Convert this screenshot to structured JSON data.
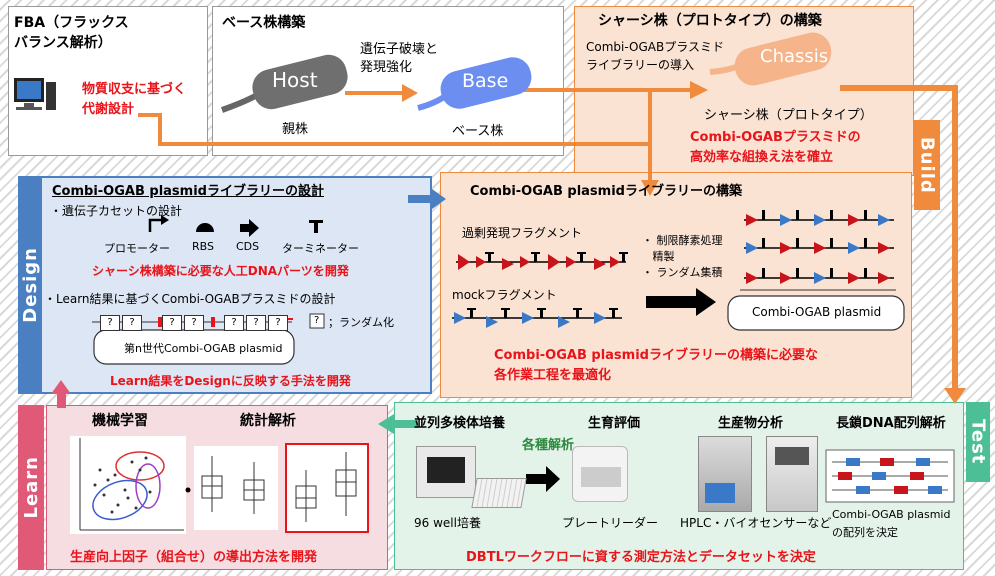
{
  "fba": {
    "title_line1": "FBA（フラックス",
    "title_line2": "バランス解析）",
    "desc_line1": "物質収支に基づく",
    "desc_line2": "代謝設計"
  },
  "base": {
    "title": "ベース株構築",
    "arrow_line1": "遺伝子破壊と",
    "arrow_line2": "発現強化",
    "host_label": "Host",
    "base_label": "Base",
    "host_caption": "親株",
    "base_caption": "ベース株"
  },
  "chassis": {
    "title": "シャーシ株（プロトタイプ）の構築",
    "intro_line1": "Combi-OGABプラスミド",
    "intro_line2": "ライブラリーの導入",
    "chassis_label": "Chassis",
    "caption": "シャーシ株（プロトタイプ）",
    "result_line1": "Combi-OGABプラスミドの",
    "result_line2": "高効率な組換え法を確立"
  },
  "phases": {
    "design": "Design",
    "build": "Build",
    "test": "Test",
    "learn": "Learn"
  },
  "design": {
    "title": "Combi-OGAB plasmidライブラリーの設計",
    "bullet1": "・遺伝子カセットの設計",
    "parts": [
      "プロモーター",
      "RBS",
      "CDS",
      "ターミネーター"
    ],
    "result1": "シャーシ株構築に必要な人工DNAパーツを開発",
    "bullet2": "・Learn結果に基づくCombi-OGABプラスミドの設計",
    "slots": [
      "?",
      "?",
      "?",
      "?",
      "?",
      "?",
      "?"
    ],
    "plasmid_label": "第n世代Combi-OGAB plasmid",
    "legend_mark": "?",
    "legend_text": "；ランダム化",
    "result2": "Learn結果をDesignに反映する手法を開発"
  },
  "build": {
    "title": "Combi-OGAB plasmidライブラリーの構築",
    "frag1": "過剰発現フラグメント",
    "frag2": "mockフラグメント",
    "steps": [
      "制限酵素処理",
      "精製",
      "ランダム集積"
    ],
    "plasmid": "Combi-OGAB plasmid",
    "result_line1": "Combi-OGAB plasmidライブラリーの構築に必要な",
    "result_line2": "各作業工程を最適化"
  },
  "test": {
    "col1_title": "並列多検体培養",
    "col2_title": "生育評価",
    "col3_title": "生産物分析",
    "col4_title": "長鎖DNA配列解析",
    "analysis": "各種解析",
    "cap1": "96 well培養",
    "cap2": "プレートリーダー",
    "cap3": "HPLC・バイオセンサーなど",
    "cap4_line1": "Combi-OGAB plasmid",
    "cap4_line2": "の配列を決定",
    "result": "DBTLワークフローに資する測定方法とデータセットを決定"
  },
  "learn": {
    "col1_title": "機械学習",
    "col2_title": "統計解析",
    "result": "生産向上因子（組合せ）の導出方法を開発"
  },
  "colors": {
    "design": "#4a7fc1",
    "build": "#f08a3c",
    "test": "#4dbf96",
    "learn": "#e05a78",
    "red": "#e8141a"
  }
}
